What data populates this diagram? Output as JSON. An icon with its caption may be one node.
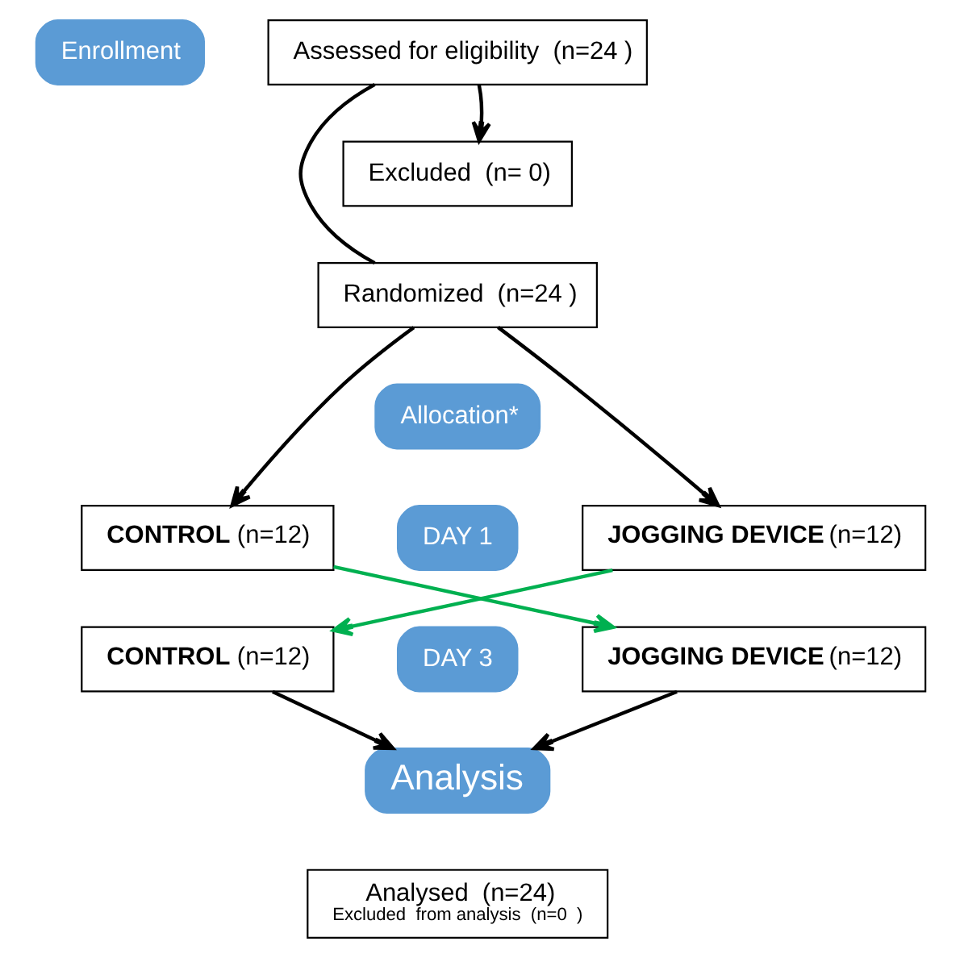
{
  "diagram": {
    "nodes": [
      {
        "text": [
          "Enrollment"
        ]
      },
      {
        "text": [
          "Assessed for eligibility  (n=24 )"
        ]
      },
      {
        "text": [
          "Excluded  (n= 0)"
        ]
      },
      {
        "text": [
          "Randomized  (n=24 )"
        ]
      },
      {
        "text": [
          "Allocation*"
        ]
      },
      {
        "text": [
          "**CONTROL** (n=12)"
        ]
      },
      {
        "text": [
          "DAY 1"
        ]
      },
      {
        "text": [
          "**JOGGING DEVICE** (n=12)"
        ]
      },
      {
        "text": [
          "**CONTROL** (n=12)"
        ]
      },
      {
        "text": [
          "DAY 3"
        ]
      },
      {
        "text": [
          "**JOGGING DEVICE** (n=12)"
        ]
      },
      {
        "text": [
          "Analysis"
        ]
      },
      {
        "text": [
          "Analysed  (n=24)",
          "Excluded  from analysis  (n=0  )"
        ]
      }
    ],
    "edges": [
      {
        "from": 1,
        "to": 2,
        "arrow": "to"
      },
      {
        "from": 1,
        "to": 3,
        "arrow": "none"
      },
      {
        "from": 3,
        "to": 5,
        "arrow": "to"
      },
      {
        "from": 3,
        "to": 7,
        "arrow": "to"
      },
      {
        "from": 5,
        "to": 10,
        "arrow": "to",
        "color": "#00b050"
      },
      {
        "from": 7,
        "to": 8,
        "arrow": "to",
        "color": "#00b050"
      },
      {
        "from": 8,
        "to": 11,
        "arrow": "to"
      },
      {
        "from": 10,
        "to": 11,
        "arrow": "to"
      }
    ]
  }
}
